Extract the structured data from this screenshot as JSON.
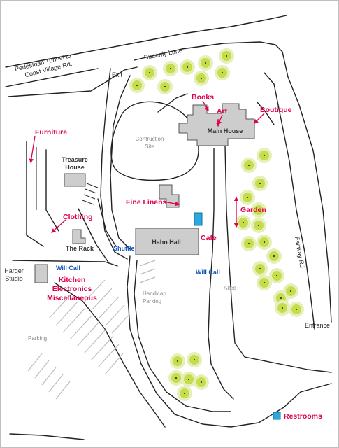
{
  "colors": {
    "category": "#e0004d",
    "service": "#1155b8",
    "building": "#cdcdcd",
    "road_outline": "#222222",
    "restroom": "#29a9df",
    "tree_inner": "#c6dc4a",
    "tree_outer": "#e6efb8"
  },
  "roads": {
    "tunnel": "Pedestrian Tunnel to Coast Village Rd.",
    "tunnel_line1": "Pedestrian Tunnel to",
    "tunnel_line2": "Coast Village Rd.",
    "butterfly_lane": "Butterfly Lane",
    "exit": "Exit",
    "fairway_rd": "Fairway Rd.",
    "entrance": "Entrance",
    "allee": "Allee"
  },
  "areas": {
    "construction_line1": "Contruction",
    "construction_line2": "Site",
    "parking": "Parking",
    "handicap_line1": "Handicap",
    "handicap_line2": "Parking"
  },
  "buildings": {
    "main_house": "Main House",
    "hahn_hall": "Hahn Hall",
    "treasure_house_line1": "Treasure",
    "treasure_house_line2": "House",
    "the_rack": "The Rack",
    "harger_studio_line1": "Harger",
    "harger_studio_line2": "Studio"
  },
  "categories": {
    "books": "Books",
    "art": "Art",
    "boutique": "Boutique",
    "furniture": "Furniture",
    "fine_linens": "Fine Linens",
    "garden": "Garden",
    "clothing": "Clothing",
    "cafe": "Cafe",
    "kitchen": "Kitchen",
    "electronics": "Electronics",
    "miscellaneous": "Miscellaneous"
  },
  "services": {
    "shuttle": "Shuttle",
    "will_call_west": "Will Call",
    "will_call_east": "Will Call"
  },
  "legend": {
    "restrooms": "Restrooms",
    "restroom_icon": "blue-square"
  }
}
